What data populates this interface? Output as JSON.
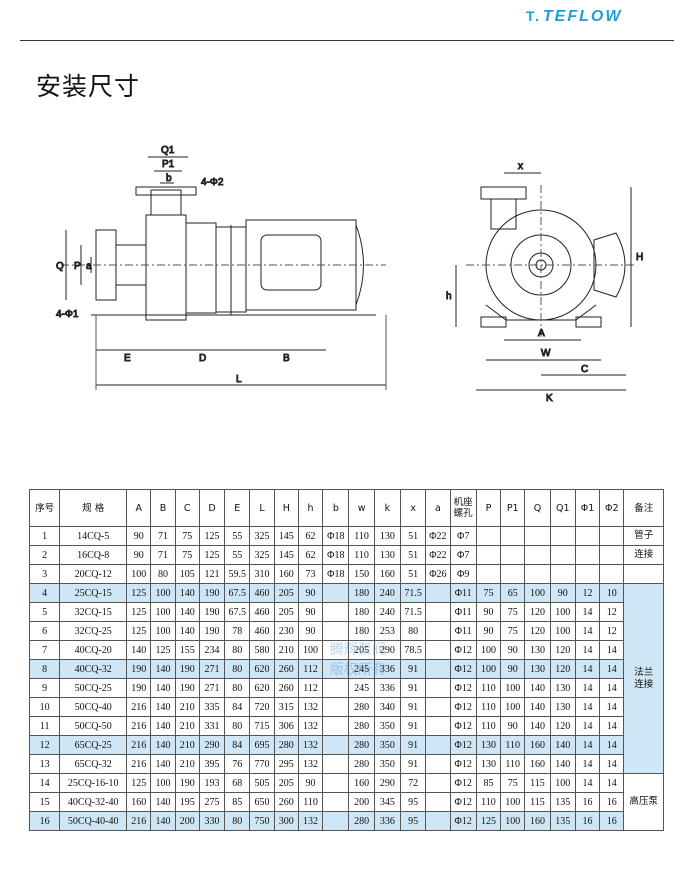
{
  "brand": {
    "mark": "T.",
    "name": "TEFLOW"
  },
  "title": "安装尺寸",
  "watermark": [
    "腾辉泵阀",
    "版权所有"
  ],
  "drawing_labels": {
    "Q1": "Q1",
    "P1": "P1",
    "b": "b",
    "hole2": "4-Φ2",
    "Q": "Q",
    "P": "P",
    "a": "a",
    "hole1": "4-Φ1",
    "E": "E",
    "D": "D",
    "B": "B",
    "L": "L",
    "x": "x",
    "H": "H",
    "h": "h",
    "A": "A",
    "W": "W",
    "C": "C",
    "K": "K"
  },
  "table": {
    "headers": [
      "序号",
      "规  格",
      "A",
      "B",
      "C",
      "D",
      "E",
      "L",
      "H",
      "h",
      "b",
      "w",
      "k",
      "x",
      "a",
      "机座\n螺孔",
      "P",
      "P1",
      "Q",
      "Q1",
      "Φ1",
      "Φ2",
      "备注"
    ],
    "rows": [
      [
        "1",
        "14CQ-5",
        "90",
        "71",
        "75",
        "125",
        "55",
        "325",
        "145",
        "62",
        "Φ18",
        "110",
        "130",
        "51",
        "Φ22",
        "Φ7",
        "",
        "",
        "",
        "",
        "",
        ""
      ],
      [
        "2",
        "16CQ-8",
        "90",
        "71",
        "75",
        "125",
        "55",
        "325",
        "145",
        "62",
        "Φ18",
        "110",
        "130",
        "51",
        "Φ22",
        "Φ7",
        "",
        "",
        "",
        "",
        "",
        ""
      ],
      [
        "3",
        "20CQ-12",
        "100",
        "80",
        "105",
        "121",
        "59.5",
        "310",
        "160",
        "73",
        "Φ18",
        "150",
        "160",
        "51",
        "Φ26",
        "Φ9",
        "",
        "",
        "",
        "",
        "",
        ""
      ],
      [
        "4",
        "25CQ-15",
        "125",
        "100",
        "140",
        "190",
        "67.5",
        "460",
        "205",
        "90",
        "",
        "180",
        "240",
        "71.5",
        "",
        "Φ11",
        "75",
        "65",
        "100",
        "90",
        "12",
        "10"
      ],
      [
        "5",
        "32CQ-15",
        "125",
        "100",
        "140",
        "190",
        "67.5",
        "460",
        "205",
        "90",
        "",
        "180",
        "240",
        "71.5",
        "",
        "Φ11",
        "90",
        "75",
        "120",
        "100",
        "14",
        "12"
      ],
      [
        "6",
        "32CQ-25",
        "125",
        "100",
        "140",
        "190",
        "78",
        "460",
        "230",
        "90",
        "",
        "180",
        "253",
        "80",
        "",
        "Φ11",
        "90",
        "75",
        "120",
        "100",
        "14",
        "12"
      ],
      [
        "7",
        "40CQ-20",
        "140",
        "125",
        "155",
        "234",
        "80",
        "580",
        "210",
        "100",
        "",
        "205",
        "290",
        "78.5",
        "",
        "Φ12",
        "100",
        "90",
        "130",
        "120",
        "14",
        "14"
      ],
      [
        "8",
        "40CQ-32",
        "190",
        "140",
        "190",
        "271",
        "80",
        "620",
        "260",
        "112",
        "",
        "245",
        "336",
        "91",
        "",
        "Φ12",
        "100",
        "90",
        "130",
        "120",
        "14",
        "14"
      ],
      [
        "9",
        "50CQ-25",
        "190",
        "140",
        "190",
        "271",
        "80",
        "620",
        "260",
        "112",
        "",
        "245",
        "336",
        "91",
        "",
        "Φ12",
        "110",
        "100",
        "140",
        "130",
        "14",
        "14"
      ],
      [
        "10",
        "50CQ-40",
        "216",
        "140",
        "210",
        "335",
        "84",
        "720",
        "315",
        "132",
        "",
        "280",
        "340",
        "91",
        "",
        "Φ12",
        "110",
        "100",
        "140",
        "130",
        "14",
        "14"
      ],
      [
        "11",
        "50CQ-50",
        "216",
        "140",
        "210",
        "331",
        "80",
        "715",
        "306",
        "132",
        "",
        "280",
        "350",
        "91",
        "",
        "Φ12",
        "110",
        "90",
        "140",
        "120",
        "14",
        "14"
      ],
      [
        "12",
        "65CQ-25",
        "216",
        "140",
        "210",
        "290",
        "84",
        "695",
        "280",
        "132",
        "",
        "280",
        "350",
        "91",
        "",
        "Φ12",
        "130",
        "110",
        "160",
        "140",
        "14",
        "14"
      ],
      [
        "13",
        "65CQ-32",
        "216",
        "140",
        "210",
        "395",
        "76",
        "770",
        "295",
        "132",
        "",
        "280",
        "350",
        "91",
        "",
        "Φ12",
        "130",
        "110",
        "160",
        "140",
        "14",
        "14"
      ],
      [
        "14",
        "25CQ-16-10",
        "125",
        "100",
        "190",
        "193",
        "68",
        "505",
        "205",
        "90",
        "",
        "160",
        "290",
        "72",
        "",
        "Φ12",
        "85",
        "75",
        "115",
        "100",
        "14",
        "14"
      ],
      [
        "15",
        "40CQ-32-40",
        "160",
        "140",
        "195",
        "275",
        "85",
        "650",
        "260",
        "110",
        "",
        "200",
        "345",
        "95",
        "",
        "Φ12",
        "110",
        "100",
        "115",
        "135",
        "16",
        "16"
      ],
      [
        "16",
        "50CQ-40-40",
        "216",
        "140",
        "200",
        "330",
        "80",
        "750",
        "300",
        "132",
        "",
        "280",
        "336",
        "95",
        "",
        "Φ12",
        "125",
        "100",
        "160",
        "135",
        "16",
        "16"
      ]
    ],
    "notes": [
      {
        "text": "管子",
        "row": 0,
        "span": 1
      },
      {
        "text": "连接",
        "row": 1,
        "span": 1
      },
      {
        "text": "",
        "row": 2,
        "span": 1
      },
      {
        "text": "法兰\n连接",
        "row": 3,
        "span": 10
      },
      {
        "text": "高压泵",
        "row": 13,
        "span": 3
      }
    ],
    "highlight_rows": [
      3,
      7,
      11,
      15
    ],
    "highlight_color": "#cfe6f6"
  }
}
